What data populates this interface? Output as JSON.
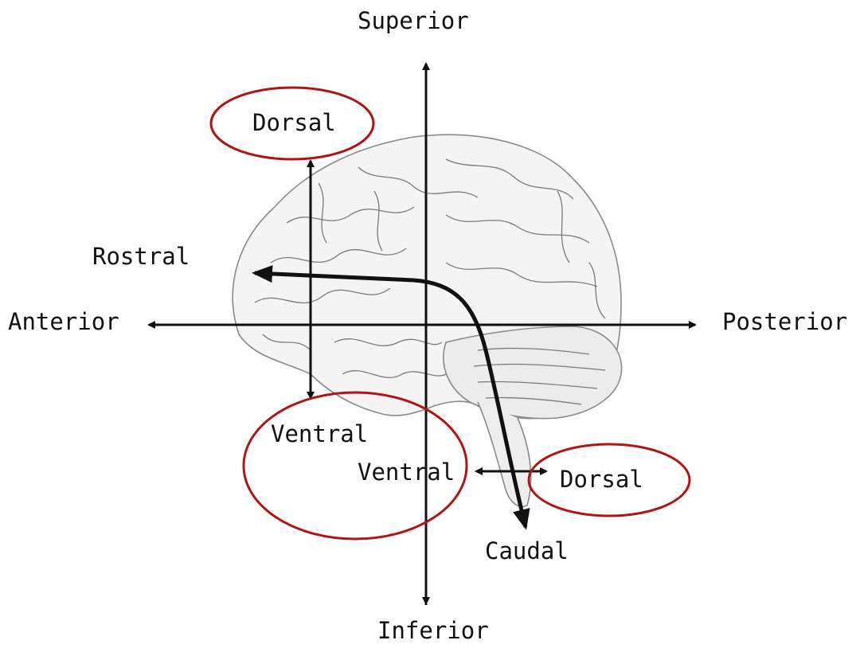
{
  "labels": {
    "superior": "Superior",
    "inferior": "Inferior",
    "anterior": "Anterior",
    "posterior": "Posterior",
    "rostral": "Rostral",
    "caudal": "Caudal",
    "dorsal_top": "Dorsal",
    "ventral_left": "Ventral",
    "ventral_stem": "Ventral",
    "dorsal_stem": "Dorsal"
  },
  "colors": {
    "ink": "#111111",
    "highlight_ring": "#b01515",
    "brain_shading": "#9a9a9a"
  },
  "icons": {
    "brain": "brain-illustration-icon"
  }
}
